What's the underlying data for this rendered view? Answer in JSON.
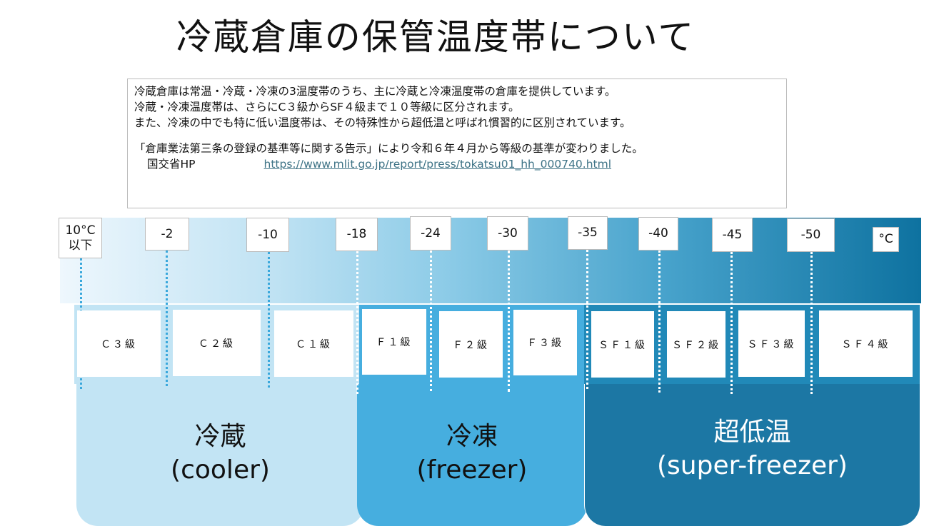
{
  "title": "冷蔵倉庫の保管温度帯について",
  "description": {
    "lines": [
      "冷蔵倉庫は常温・冷蔵・冷凍の3温度帯のうち、主に冷蔵と冷凍温度帯の倉庫を提供しています。",
      "冷蔵・冷凍温度帯は、さらにC３級からSF４級まで１０等級に区分されます。",
      "また、冷凍の中でも特に低い温度帯は、その特殊性から超低温と呼ばれ慣習的に区別されています。"
    ],
    "notice": "「倉庫業法第三条の登録の基準等に関する告示」により令和６年４月から等級の基準が変わりました。",
    "source_label": "国交省HP",
    "link": "https://www.mlit.go.jp/report/press/tokatsu01_hh_000740.html"
  },
  "temperatures": [
    "10°C\n以下",
    "-2",
    "-10",
    "-18",
    "-24",
    "-30",
    "-35",
    "-40",
    "-45",
    "-50"
  ],
  "unit": "°C",
  "grades": [
    "Ｃ３級",
    "Ｃ２級",
    "Ｃ１級",
    "Ｆ１級",
    "Ｆ２級",
    "Ｆ３級",
    "ＳＦ１級",
    "ＳＦ２級",
    "ＳＦ３級",
    "ＳＦ４級"
  ],
  "zones": [
    {
      "jp": "冷蔵",
      "en": "(cooler)",
      "color": "#c2e4f4"
    },
    {
      "jp": "冷凍",
      "en": "(freezer)",
      "color": "#46aedf"
    },
    {
      "jp": "超低温",
      "en": "(super-freezer)",
      "color": "#1c77a4"
    }
  ]
}
